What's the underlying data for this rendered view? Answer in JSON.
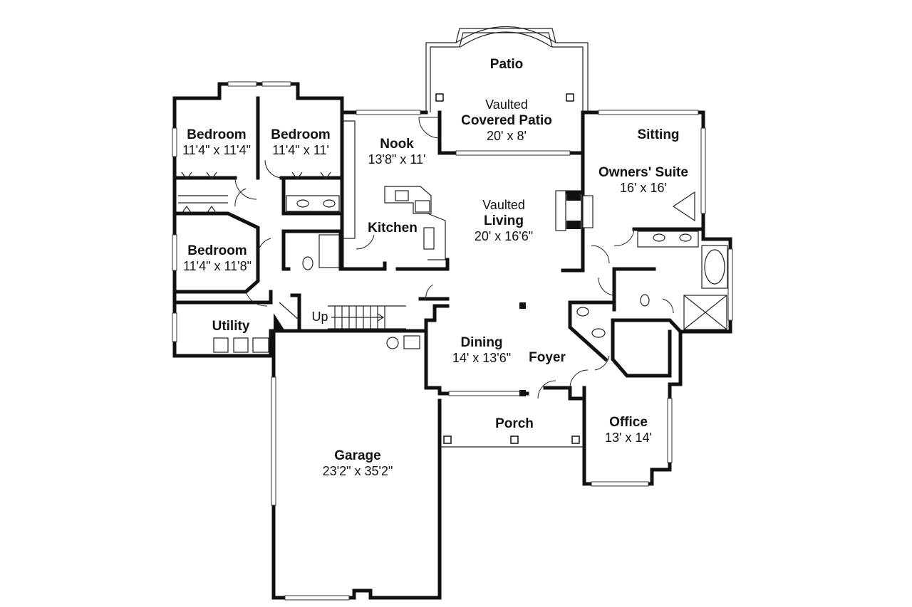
{
  "rooms": {
    "patio": {
      "name": "Patio"
    },
    "covered_patio": {
      "prefix": "Vaulted",
      "name": "Covered Patio",
      "size": "20' x 8'"
    },
    "bedroom1": {
      "name": "Bedroom",
      "size": "11'4\" x 11'4\""
    },
    "bedroom2": {
      "name": "Bedroom",
      "size": "11'4\" x 11'"
    },
    "bedroom3": {
      "name": "Bedroom",
      "size": "11'4\" x 11'8\""
    },
    "nook": {
      "name": "Nook",
      "size": "13'8\" x 11'"
    },
    "kitchen": {
      "name": "Kitchen"
    },
    "living": {
      "prefix": "Vaulted",
      "name": "Living",
      "size": "20' x 16'6\""
    },
    "sitting": {
      "name": "Sitting"
    },
    "owners_suite": {
      "name": "Owners' Suite",
      "size": "16' x 16'"
    },
    "utility": {
      "name": "Utility"
    },
    "stair": {
      "label": "Up"
    },
    "dining": {
      "name": "Dining",
      "size": "14' x 13'6\""
    },
    "foyer": {
      "name": "Foyer"
    },
    "porch": {
      "name": "Porch"
    },
    "office": {
      "name": "Office",
      "size": "13' x 14'"
    },
    "garage": {
      "name": "Garage",
      "size": "23'2\" x 35'2\""
    }
  }
}
